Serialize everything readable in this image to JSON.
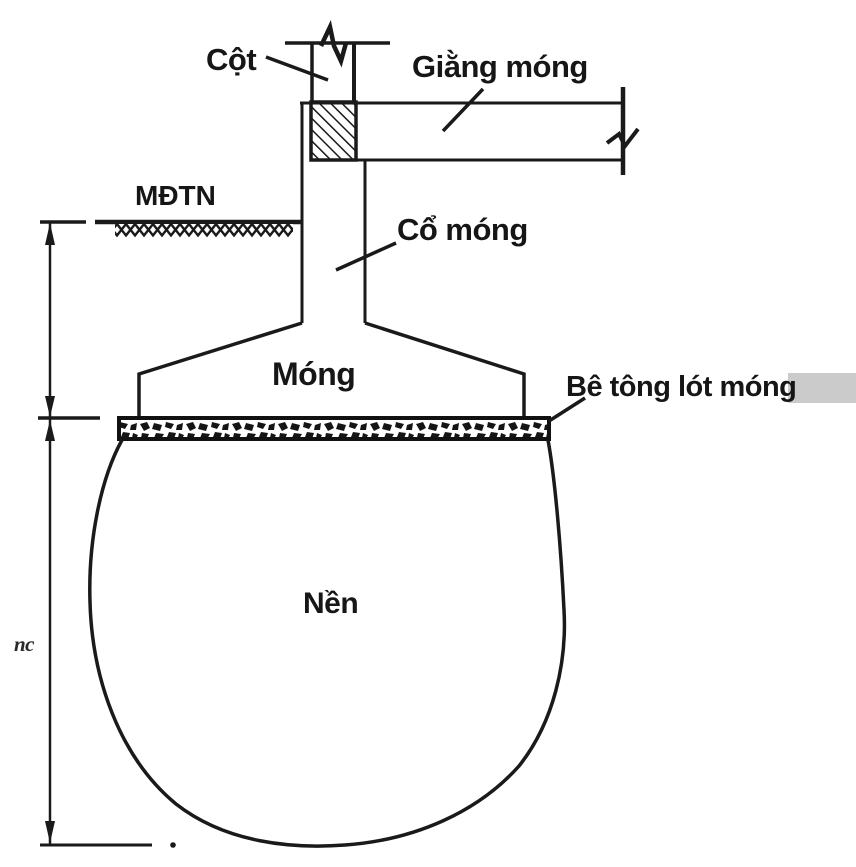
{
  "page": {
    "background_color": "#ffffff",
    "line_color": "#1a1a1a"
  },
  "diagram": {
    "type": "foundation-cross-section",
    "labels": {
      "column": "Cột",
      "tie_beam": "Giằng móng",
      "natural_ground": "MĐTN",
      "neck": "Cổ móng",
      "footing": "Móng",
      "lean_concrete": "Bê tông lót móng",
      "soil": "Nền",
      "depth_dimension": "nc"
    }
  }
}
